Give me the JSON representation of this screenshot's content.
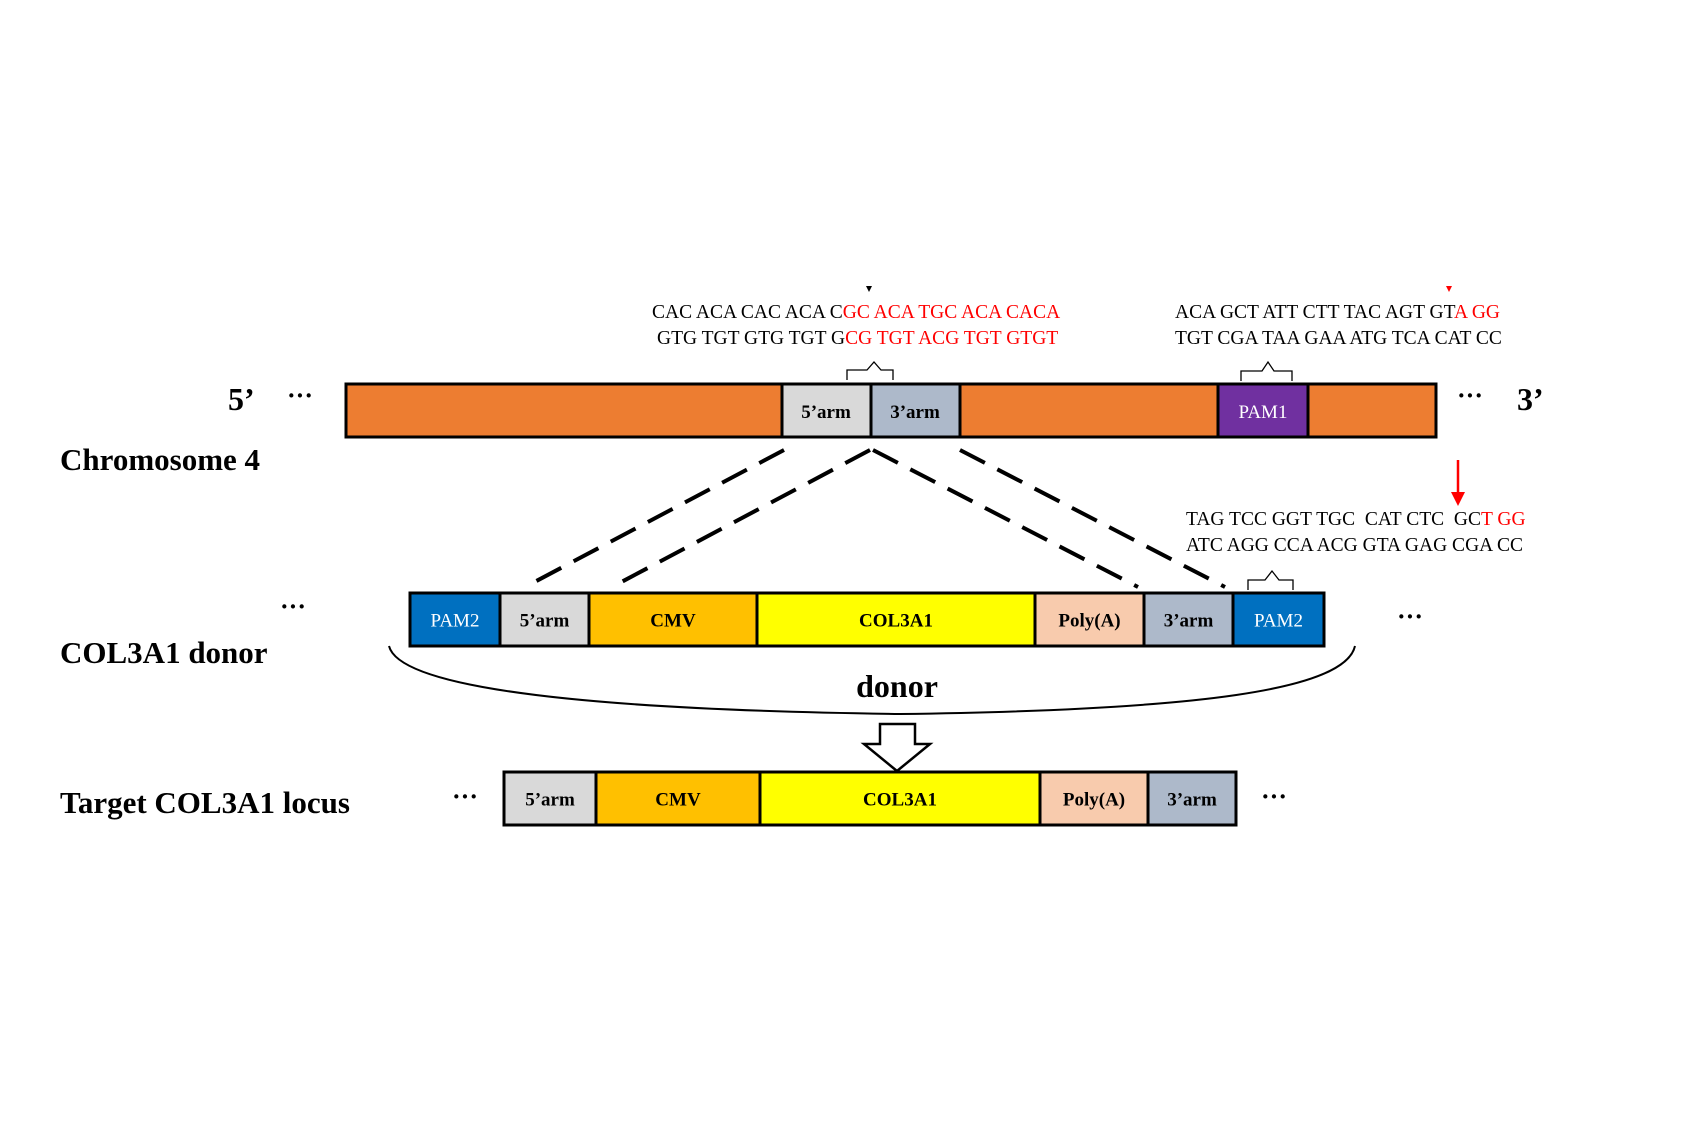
{
  "colors": {
    "chromosome": "#ED7D31",
    "arm5": "#D9D9D9",
    "arm3": "#ADB9CA",
    "pam1": "#7030A0",
    "pam2": "#0070C0",
    "cmv": "#FFC000",
    "col3a1": "#FFFF00",
    "polyA": "#F8CBAD",
    "highlight_red": "#FF0000",
    "seq_black": "#000000"
  },
  "chromosome": {
    "prime5": "5’",
    "prime3": "3’",
    "ellipsis_left": "···",
    "ellipsis_right": "···",
    "row_label": "Chromosome 4",
    "arm5_label": "5’arm",
    "arm3_label": "3’arm",
    "pam1_label": "PAM1"
  },
  "seq_left": {
    "top_black": "CAC ACA CAC ACA C",
    "top_red": "GC ACA TGC ACA CACA",
    "bottom_black": "GTG TGT GTG TGT G",
    "bottom_red": "CG TGT ACG TGT GTGT"
  },
  "seq_right_pam1": {
    "top_black": "ACA GCT ATT CTT TAC AGT GT",
    "top_red": "A GG",
    "bottom_black": "TGT CGA TAA GAA ATG TCA CAT CC"
  },
  "seq_right_pam2": {
    "top_black": "TAG TCC GGT TGC  CAT CTC  GC",
    "top_red": "T GG",
    "bottom_black": "ATC AGG CCA ACG GTA GAG CGA CC"
  },
  "donor": {
    "row_label": "COL3A1 donor",
    "ellipsis_left": "···",
    "ellipsis_right": "···",
    "segments": [
      "PAM2",
      "5’arm",
      "CMV",
      "COL3A1",
      "Poly(A)",
      "3’arm",
      "PAM2"
    ],
    "brace_label": "donor"
  },
  "target": {
    "row_label": "Target COL3A1 locus",
    "ellipsis_left": "···",
    "ellipsis_right": "···",
    "segments": [
      "5’arm",
      "CMV",
      "COL3A1",
      "Poly(A)",
      "3’arm"
    ]
  }
}
